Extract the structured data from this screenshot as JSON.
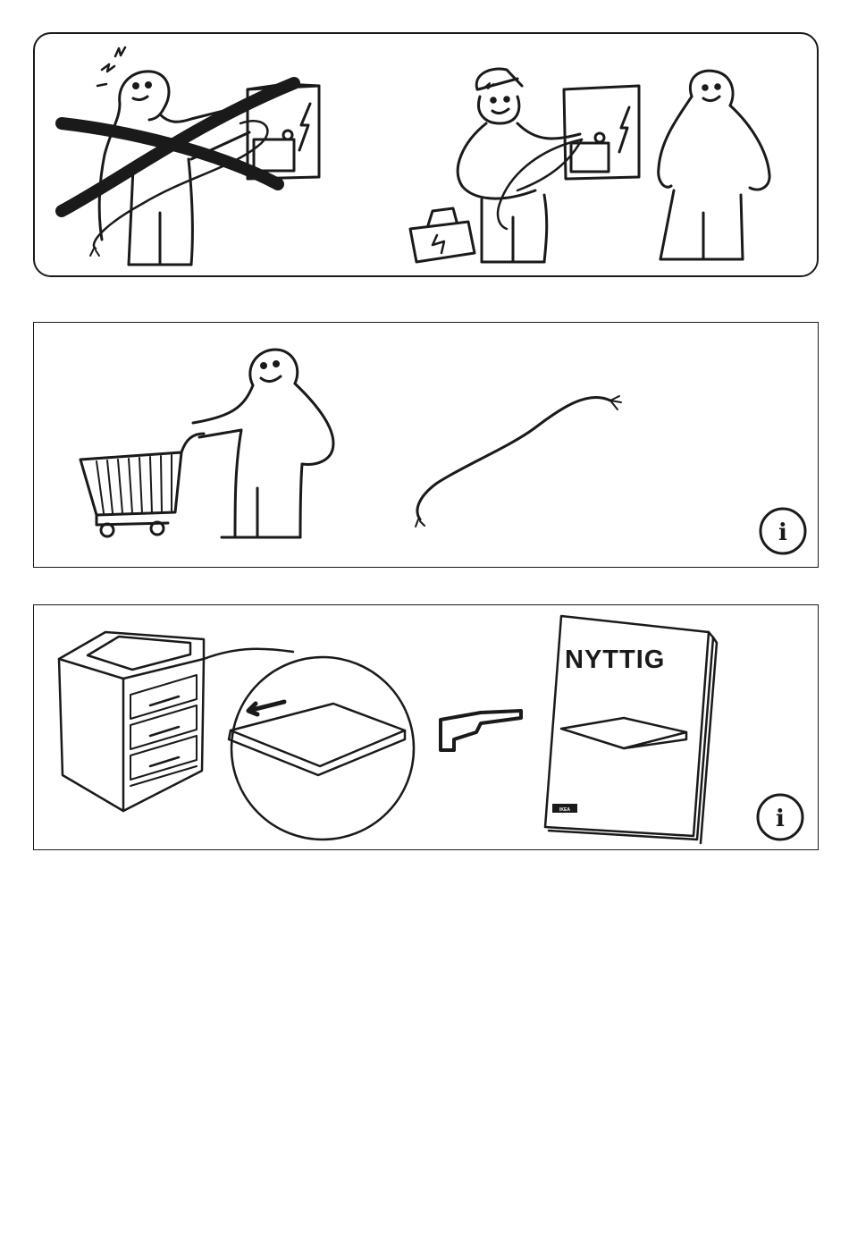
{
  "document": {
    "panels": [
      {
        "id": "electrical-installation-warning"
      },
      {
        "id": "supply-cable-not-included"
      },
      {
        "id": "installation-booklet-reference"
      }
    ],
    "booklet": {
      "title": "NYTTIG",
      "logo": "IKEA"
    },
    "icons": {
      "info": "i"
    },
    "colors": {
      "ink": "#1a1a1a",
      "paper": "#ffffff"
    }
  }
}
